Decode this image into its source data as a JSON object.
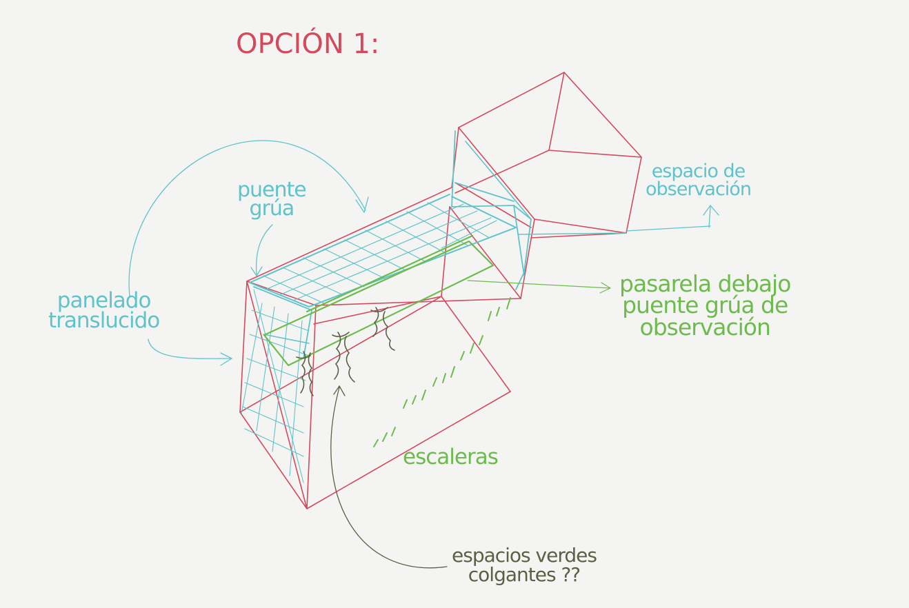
{
  "title": "OPCIÓN 1:",
  "labels": {
    "puente_grua": [
      "puente",
      "grúa"
    ],
    "panelado": [
      "panelado",
      "translucido"
    ],
    "espacio_observacion": [
      "espacio de",
      "observación"
    ],
    "pasarela": [
      "pasarela debajo",
      "puente grúa de",
      "observación"
    ],
    "escaleras": "escaleras",
    "espacios_verdes": [
      "espacios verdes",
      "colgantes ??"
    ]
  },
  "colors": {
    "background": "#f4f4f3",
    "structure": "#d24a5c",
    "panels": "#5fc3c9",
    "walkway": "#6dbb4c",
    "plants": "#5d5f45"
  }
}
